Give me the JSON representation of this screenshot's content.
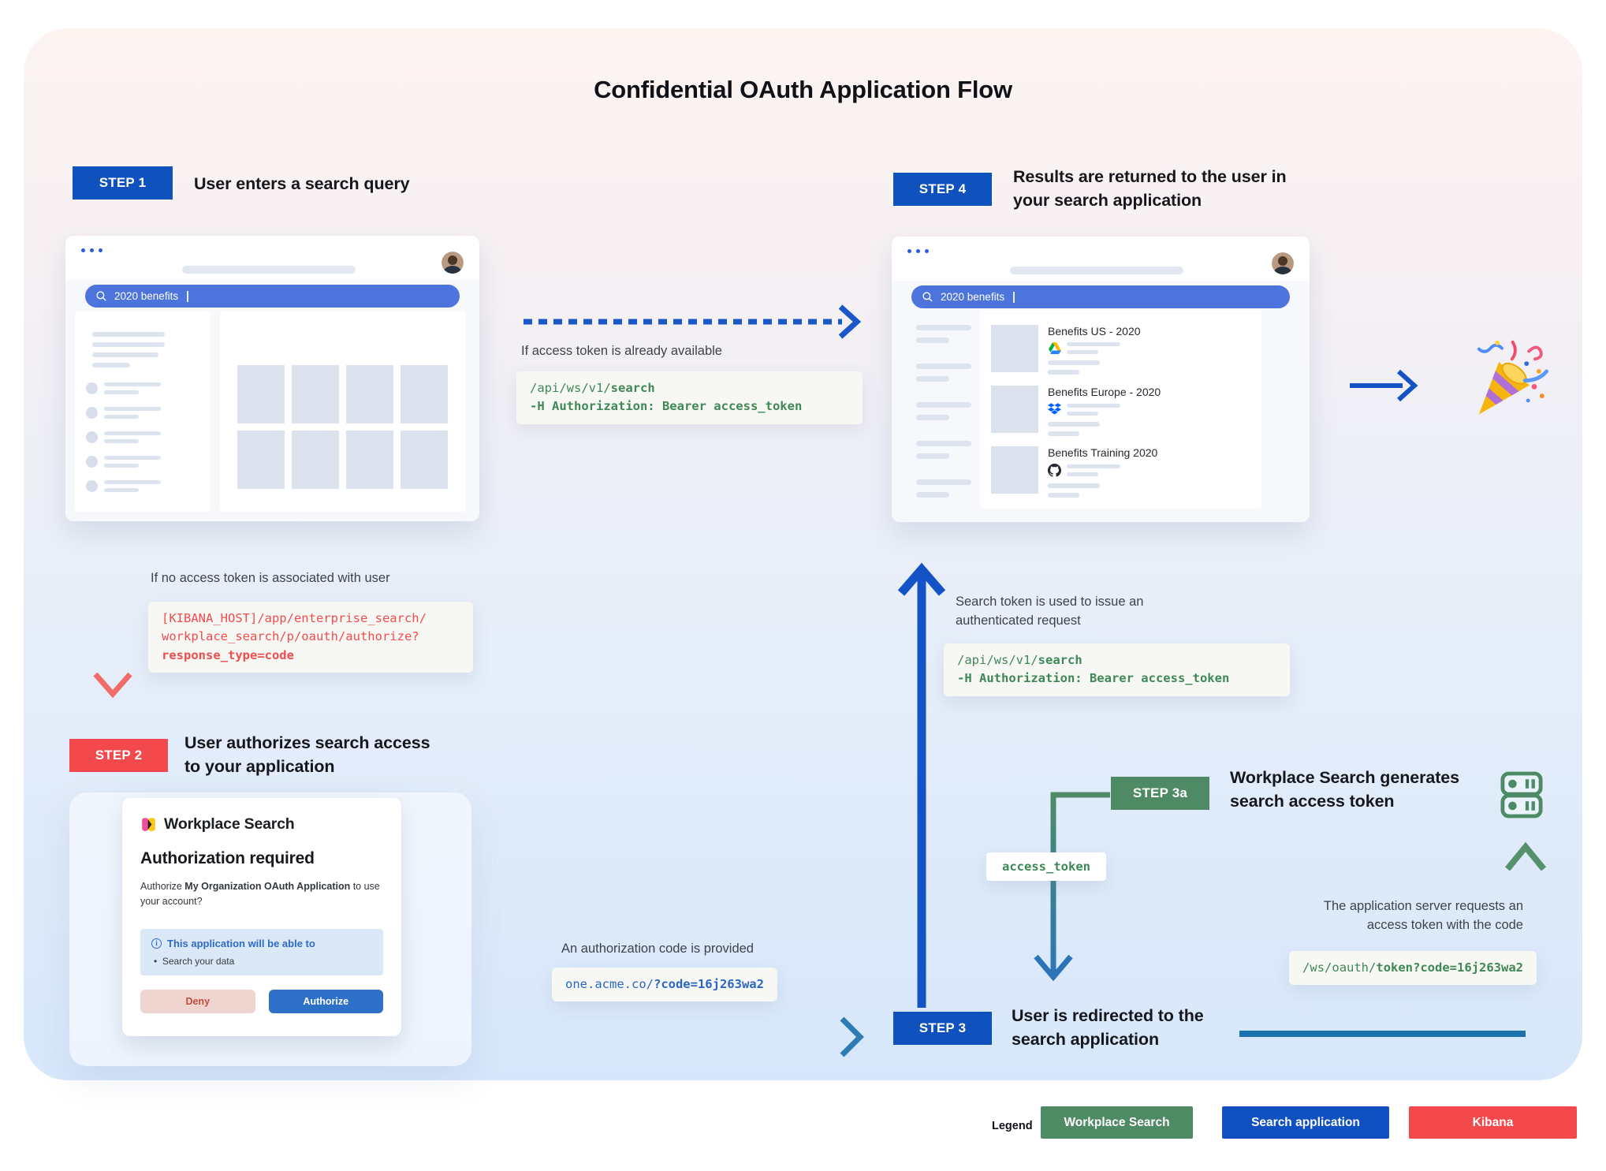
{
  "title": "Confidential OAuth Application Flow",
  "steps": {
    "s1": {
      "badge": "STEP 1",
      "line1": "User enters a search query",
      "line2": ""
    },
    "s2": {
      "badge": "STEP 2",
      "line1": "User authorizes search access",
      "line2": "to your application"
    },
    "s3": {
      "badge": "STEP 3",
      "line1": "User is redirected to the",
      "line2": "search application"
    },
    "s3a": {
      "badge": "STEP 3a",
      "line1": "Workplace Search generates",
      "line2": "search access token"
    },
    "s4": {
      "badge": "STEP 4",
      "line1": "Results are returned to the user in",
      "line2": "your search application"
    }
  },
  "annotations": {
    "token_available": "If access token is already available",
    "no_token": "If no access token is associated with user",
    "auth_code": "An authorization code is provided",
    "search_token_line1": "Search token is used to issue an",
    "search_token_line2": "authenticated request",
    "app_server_line1": "The application server requests an",
    "app_server_line2": "access token with the code"
  },
  "code": {
    "search_api": {
      "path": "/api/ws/v1/",
      "path_bold": "search",
      "header": "-H Authorization: Bearer access_token"
    },
    "kibana_authorize": {
      "line1": "[KIBANA_HOST]/app/enterprise_search/",
      "line2": "workplace_search/p/oauth/authorize?",
      "line3": "response_type=code"
    },
    "redirect_url": {
      "base": "one.acme.co/",
      "query": "?code=16j263wa2"
    },
    "token_request": {
      "base": "/ws/oauth/",
      "query": "token?code=16j263wa2"
    },
    "access_token": "access_token"
  },
  "browser": {
    "search_query": "2020 benefits"
  },
  "results": [
    {
      "title": "Benefits US - 2020",
      "icon": "google-drive"
    },
    {
      "title": "Benefits Europe - 2020",
      "icon": "dropbox"
    },
    {
      "title": "Benefits Training 2020",
      "icon": "github"
    }
  ],
  "dialog": {
    "app_name": "Workplace Search",
    "heading": "Authorization required",
    "body_prefix": "Authorize ",
    "body_bold": "My Organization OAuth Application",
    "body_suffix": " to use your account?",
    "info_icon": "i",
    "info_title": "This application will be able to",
    "info_bullet": "•",
    "info_item": "Search your data",
    "deny_label": "Deny",
    "authorize_label": "Authorize"
  },
  "legend": {
    "label": "Legend",
    "items": [
      {
        "label": "Workplace Search",
        "color": "#4e8a63"
      },
      {
        "label": "Search application",
        "color": "#1150c0"
      },
      {
        "label": "Kibana",
        "color": "#f4494c"
      }
    ]
  },
  "colors": {
    "step_blue": "#0f51bd",
    "step_red": "#f4494c",
    "step_green": "#4e8a63",
    "code_green": "#3e8857",
    "code_red": "#ef4d4d",
    "code_blue": "#2b66c4",
    "arrow_blue": "#1453c5",
    "arrow_teal": "#1a73ad",
    "search_bar": "#4d73dc"
  }
}
